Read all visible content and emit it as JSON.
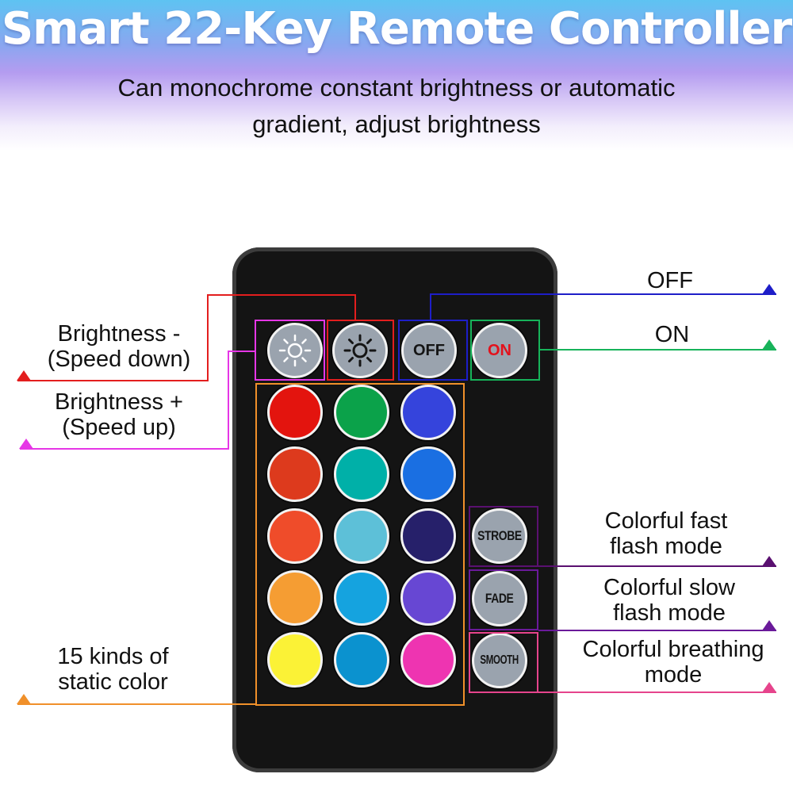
{
  "header": {
    "title": "Smart 22-Key Remote Controller",
    "subtitle_line1": "Can monochrome constant brightness or automatic",
    "subtitle_line2": "gradient, adjust brightness"
  },
  "buttons": {
    "brightness_down_icon": "sun-icon-outline",
    "brightness_up_icon": "sun-icon-bold",
    "off": "OFF",
    "on": "ON",
    "strobe": "STROBE",
    "fade": "FADE",
    "smooth": "SMOOTH"
  },
  "color_buttons": [
    "#e3140e",
    "#0ba24a",
    "#3544dc",
    "#dd3a1d",
    "#00b0a8",
    "#1a6fe2",
    "#ef4c2a",
    "#5dc0d8",
    "#26206a",
    "#f59d33",
    "#15a3df",
    "#6747d3",
    "#fbf236",
    "#0b92cf",
    "#ee34b1"
  ],
  "labels": {
    "off": "OFF",
    "on": "ON",
    "brightness_minus_1": "Brightness -",
    "brightness_minus_2": "(Speed down)",
    "brightness_plus_1": "Brightness +",
    "brightness_plus_2": "(Speed up)",
    "strobe_1": "Colorful fast",
    "strobe_2": "flash mode",
    "fade_1": "Colorful slow",
    "fade_2": "flash mode",
    "smooth_1": "Colorful breathing",
    "smooth_2": "mode",
    "static_1": "15 kinds of",
    "static_2": "static color"
  },
  "colors": {
    "off_line": "#1e1ec8",
    "on_line": "#17b35a",
    "brightness_minus_line": "#e31e1e",
    "brightness_plus_line": "#e636e6",
    "strobe_line": "#5a1070",
    "fade_line": "#6a1a9a",
    "smooth_line": "#e6448c",
    "static_line": "#f0902a"
  }
}
